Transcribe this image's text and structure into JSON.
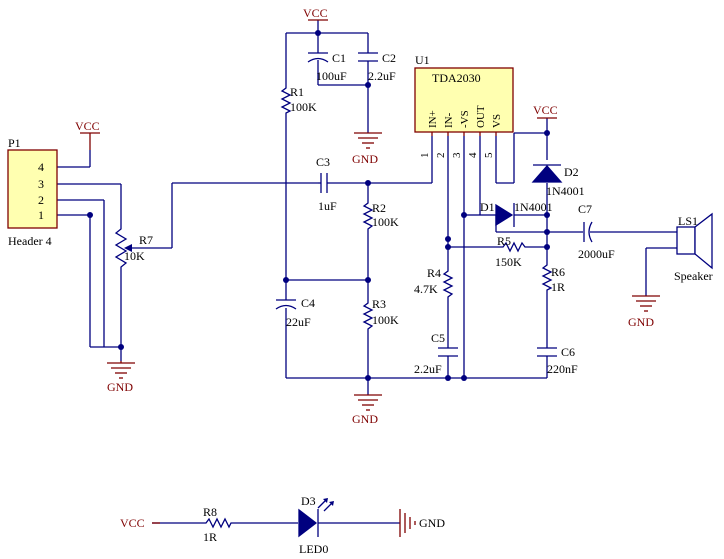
{
  "header": {
    "ref": "P1",
    "name": "Header 4",
    "pins": [
      "4",
      "3",
      "2",
      "1"
    ]
  },
  "power": {
    "vcc": "VCC",
    "gnd": "GND"
  },
  "ic": {
    "ref": "U1",
    "name": "TDA2030",
    "pin_names": [
      "IN+",
      "IN-",
      "-VS",
      "OUT",
      "VS"
    ],
    "pin_numbers": [
      "1",
      "2",
      "3",
      "4",
      "5"
    ]
  },
  "components": {
    "r1": {
      "ref": "R1",
      "value": "100K"
    },
    "r2": {
      "ref": "R2",
      "value": "100K"
    },
    "r3": {
      "ref": "R3",
      "value": "100K"
    },
    "r4": {
      "ref": "R4",
      "value": "4.7K"
    },
    "r5": {
      "ref": "R5",
      "value": "150K"
    },
    "r6": {
      "ref": "R6",
      "value": "1R"
    },
    "r7": {
      "ref": "R7",
      "value": "10K"
    },
    "r8": {
      "ref": "R8",
      "value": "1R"
    },
    "c1": {
      "ref": "C1",
      "value": "100uF"
    },
    "c2": {
      "ref": "C2",
      "value": "2.2uF"
    },
    "c3": {
      "ref": "C3",
      "value": "1uF"
    },
    "c4": {
      "ref": "C4",
      "value": "22uF"
    },
    "c5": {
      "ref": "C5",
      "value": "2.2uF"
    },
    "c6": {
      "ref": "C6",
      "value": "220nF"
    },
    "c7": {
      "ref": "C7",
      "value": "2000uF"
    },
    "d1": {
      "ref": "D1",
      "value": "1N4001"
    },
    "d2": {
      "ref": "D2",
      "value": "1N4001"
    },
    "d3": {
      "ref": "D3",
      "value": "LED0"
    },
    "ls1": {
      "ref": "LS1",
      "value": "Speaker"
    }
  }
}
